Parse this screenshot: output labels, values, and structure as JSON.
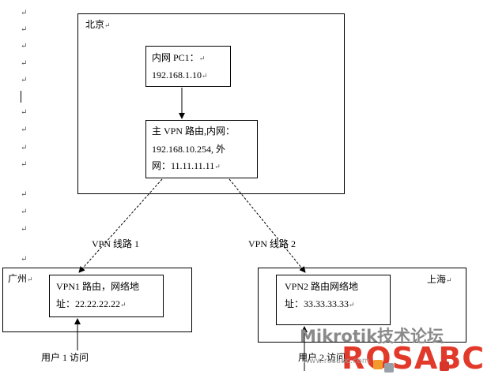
{
  "paragraph_mark": "↵",
  "beijing": {
    "label": "北京",
    "pc1_line1": "内网 PC1：",
    "pc1_line2": "192.168.1.10",
    "router_line1": "主 VPN 路由,内网：",
    "router_line2": "192.168.10.254,    外",
    "router_line3": "网：11.11.11.11"
  },
  "links": {
    "vpn1": "VPN 线路 1",
    "vpn2": "VPN 线路 2"
  },
  "guangzhou": {
    "label": "广州",
    "router_line1": "VPN1 路由，网络地",
    "router_line2": "址：22.22.22.22",
    "user": "用户 1 访问"
  },
  "shanghai": {
    "label": "上海",
    "router_line1": "VPN2  路由网络地",
    "router_line2": "址：33.33.33.33",
    "user": "用户 2 访问"
  },
  "watermark": {
    "line1": "Mikrotik技术论坛",
    "line2": "ROSABC",
    "line3": "www.rosabc.com"
  }
}
